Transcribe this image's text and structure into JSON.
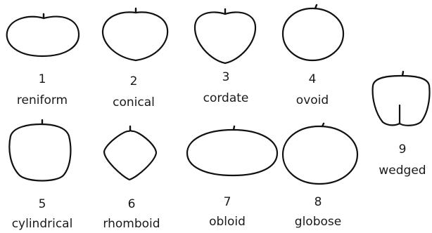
{
  "shapes": [
    {
      "number": "1",
      "name": "reniform"
    },
    {
      "number": "2",
      "name": "conical"
    },
    {
      "number": "3",
      "name": "cordate"
    },
    {
      "number": "4",
      "name": "ovoid"
    },
    {
      "number": "5",
      "name": "cylindrical"
    },
    {
      "number": "6",
      "name": "rhomboid"
    },
    {
      "number": "7",
      "name": "obloid"
    },
    {
      "number": "8",
      "name": "globose"
    },
    {
      "number": "9",
      "name": "wedged"
    }
  ]
}
